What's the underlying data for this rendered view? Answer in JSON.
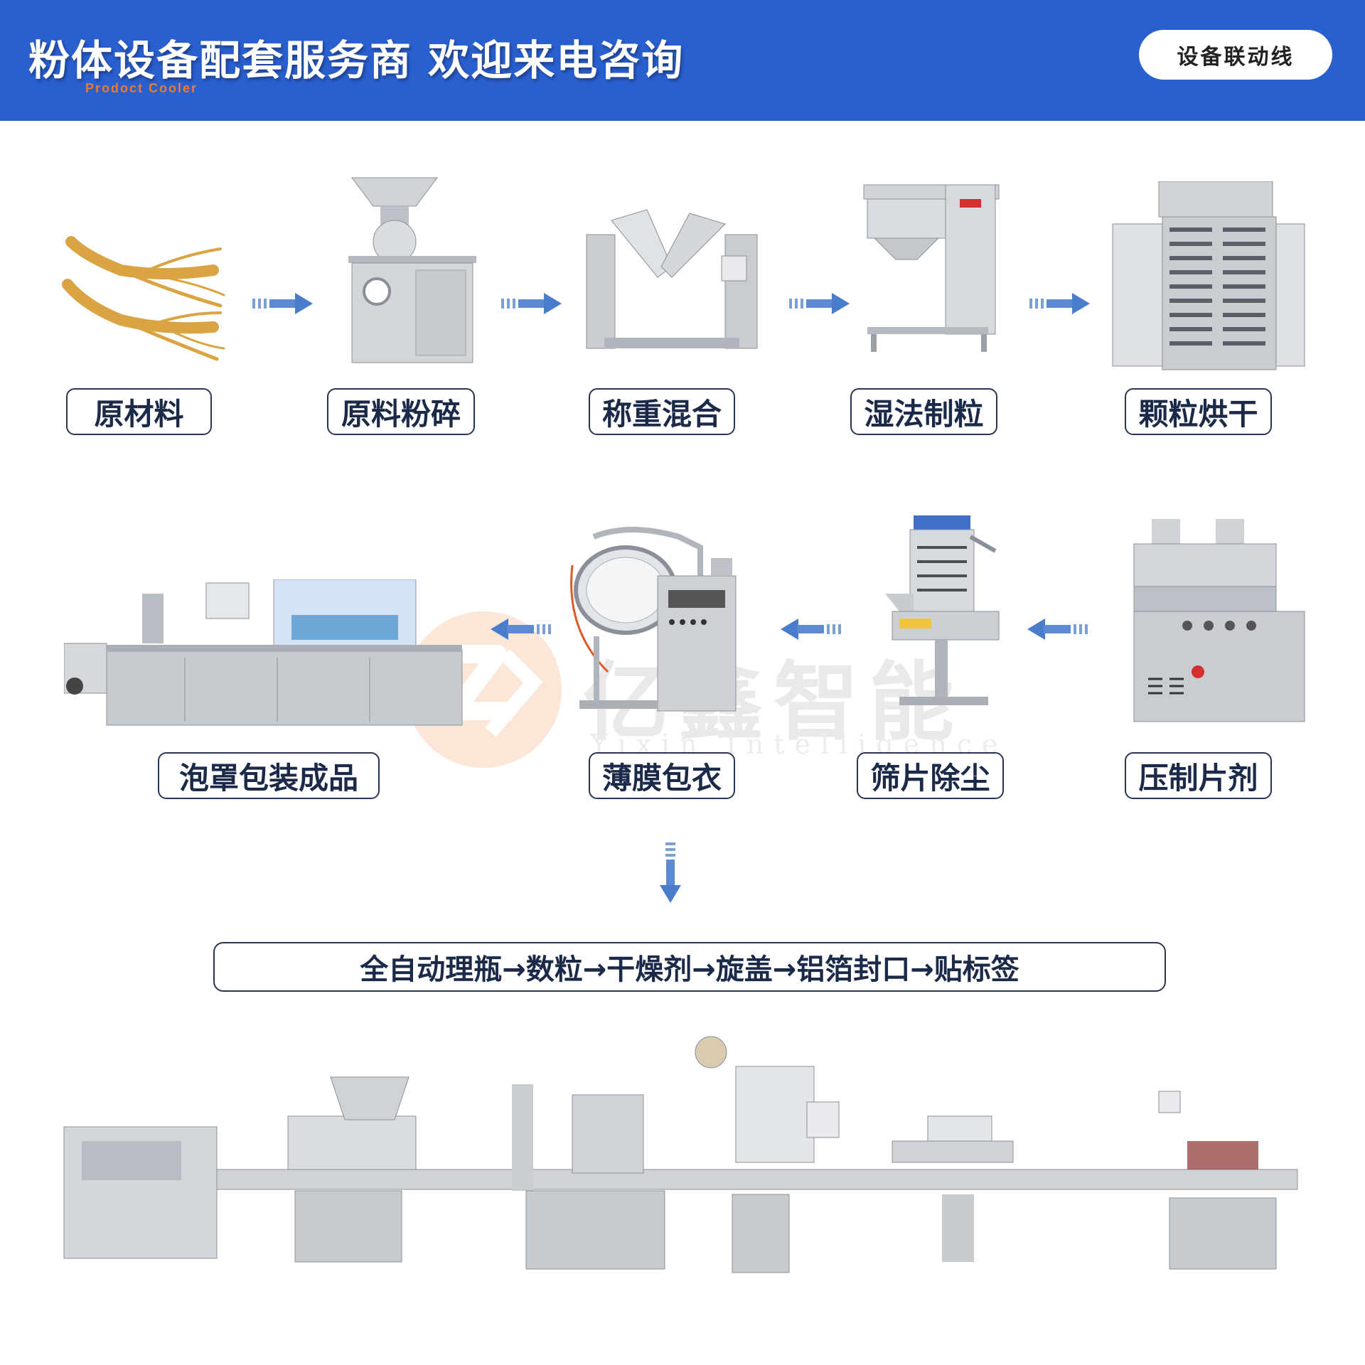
{
  "header": {
    "title": "粉体设备配套服务商 欢迎来电咨询",
    "subtitle": "Prodoct Cooler",
    "button_label": "设备联动线",
    "color": "#2a5fd0"
  },
  "row1": [
    {
      "label": "原材料",
      "icon": "ginseng-root"
    },
    {
      "label": "原料粉碎",
      "icon": "pulverizer-machine"
    },
    {
      "label": "称重混合",
      "icon": "v-mixer-machine"
    },
    {
      "label": "湿法制粒",
      "icon": "granulator-machine"
    },
    {
      "label": "颗粒烘干",
      "icon": "drying-oven"
    }
  ],
  "row2": [
    {
      "label": "泡罩包装成品",
      "icon": "blister-packing-machine"
    },
    {
      "label": "薄膜包衣",
      "icon": "coating-machine"
    },
    {
      "label": "筛片除尘",
      "icon": "tablet-deduster"
    },
    {
      "label": "压制片剂",
      "icon": "tablet-press"
    }
  ],
  "watermark": {
    "text": "亿鑫智能",
    "sub": "Yixin Intelligence"
  },
  "process_line": "全自动理瓶→数粒→干燥剂→旋盖→铝箔封口→贴标签"
}
